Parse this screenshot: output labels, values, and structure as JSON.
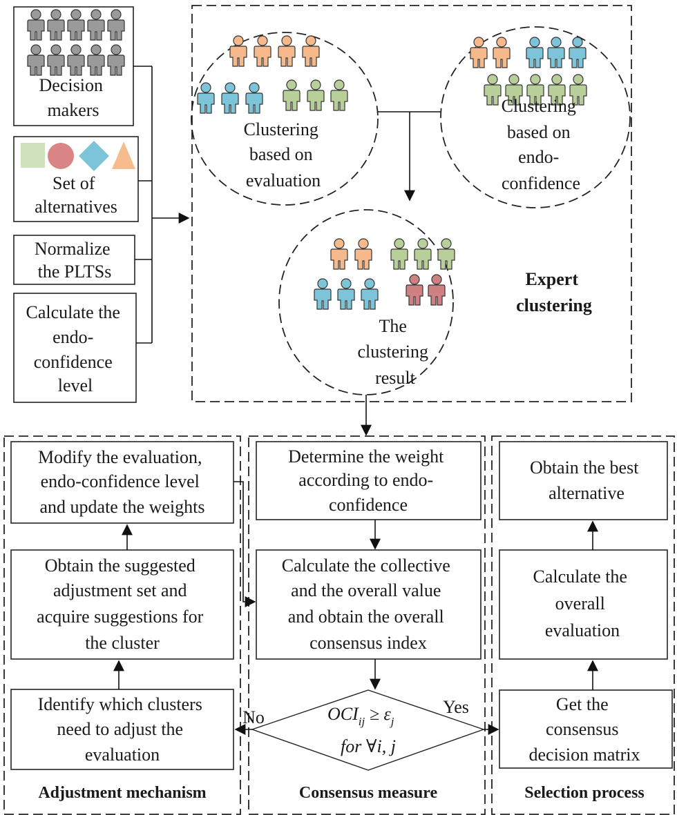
{
  "colors": {
    "gray": "#9a9a9a",
    "orange": "#f6b98c",
    "blue": "#7ec4d8",
    "green": "#b9cf9a",
    "red": "#cf8080",
    "square": "#cfe2bd",
    "circle": "#d98585",
    "diamond": "#7ec4d8",
    "triangle": "#f6bc8e"
  },
  "inputs": {
    "decision_makers": [
      "Decision",
      "makers"
    ],
    "alternatives": [
      "Set of",
      "alternatives"
    ],
    "normalize": [
      "Normalize",
      "the PLTSs"
    ],
    "calc_endo": [
      "Calculate the",
      "endo-",
      "confidence",
      "level"
    ]
  },
  "clustering": {
    "by_evaluation": [
      "Clustering",
      "based on",
      "evaluation"
    ],
    "by_endo": [
      "Clustering",
      "based on",
      "endo-",
      "confidence"
    ],
    "result": [
      "The",
      "clustering",
      "result"
    ],
    "section_title": [
      "Expert",
      "clustering"
    ]
  },
  "adjustment": {
    "modify": [
      "Modify the evaluation,",
      "endo-confidence level",
      "and update the weights"
    ],
    "obtain": [
      "Obtain the suggested",
      "adjustment set and",
      "acquire suggestions for",
      "the cluster"
    ],
    "identify": [
      "Identify which clusters",
      "need to adjust the",
      "evaluation"
    ],
    "label": "Adjustment mechanism"
  },
  "consensus": {
    "determine": [
      "Determine the weight",
      "according to endo-",
      "confidence"
    ],
    "calculate": [
      "Calculate the collective",
      "and the overall value",
      "and obtain the overall",
      "consensus index"
    ],
    "condition_top": "OCI",
    "condition_top_sub": "ij",
    "condition_op": " ≥ ε",
    "condition_op_sub": "j",
    "condition_bottom": "for ∀i, j",
    "no": "No",
    "yes": "Yes",
    "label": "Consensus measure"
  },
  "selection": {
    "best": [
      "Obtain the best",
      "alternative"
    ],
    "overall": [
      "Calculate the",
      "overall",
      "evaluation"
    ],
    "matrix": [
      "Get the",
      "consensus",
      "decision matrix"
    ],
    "label": "Selection process"
  }
}
